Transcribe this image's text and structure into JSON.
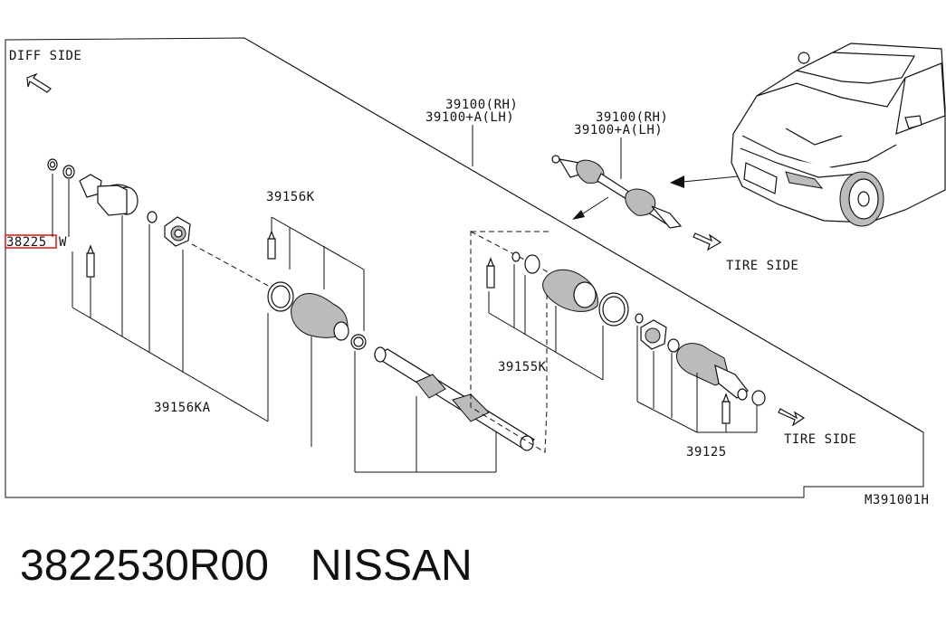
{
  "diagram": {
    "diff_side": "DIFF SIDE",
    "tire_side_upper": "TIRE SIDE",
    "tire_side_lower": "TIRE SIDE",
    "assembly_main_rh": "39100(RH)",
    "assembly_main_lh": "39100+A(LH)",
    "assembly_inset_rh": "39100(RH)",
    "assembly_inset_lh": "39100+A(LH)",
    "part_39156K": "39156K",
    "part_39156KA": "39156KA",
    "part_39155K": "39155K",
    "part_39125": "39125",
    "part_38225": "38225",
    "part_38225_suffix": "W",
    "drawing_code": "M391001H"
  },
  "caption": {
    "part_number": "3822530R00",
    "brand": "NISSAN"
  },
  "colors": {
    "highlight": "#e01010",
    "line": "#111111"
  }
}
